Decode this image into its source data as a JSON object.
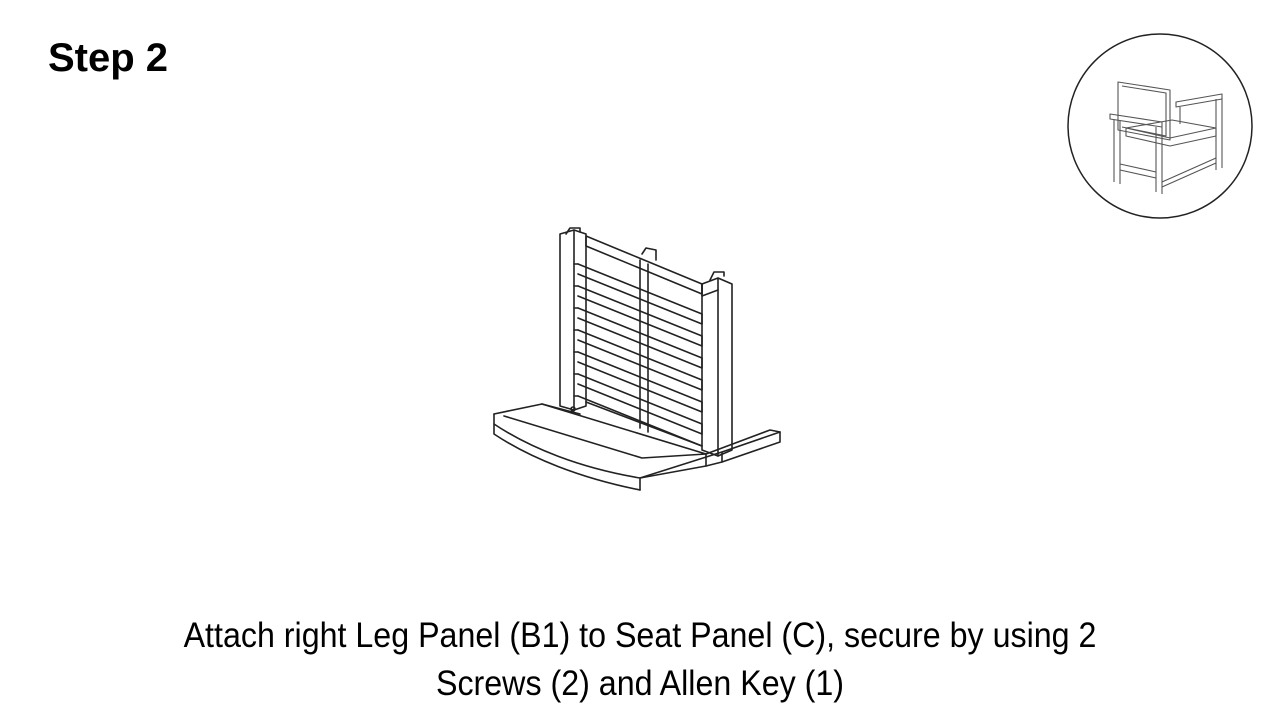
{
  "step": {
    "title": "Step 2"
  },
  "instruction": {
    "line1": "Attach right Leg Panel (B1) to Seat Panel (C), secure by using 2",
    "line2": "Screws (2) and Allen Key (1)"
  },
  "icons": {
    "thumbnail": "chair-thumbnail-icon",
    "assembly": "leg-panel-assembly-illustration"
  },
  "colors": {
    "text": "#000000",
    "line": "#222222",
    "background": "#ffffff"
  }
}
